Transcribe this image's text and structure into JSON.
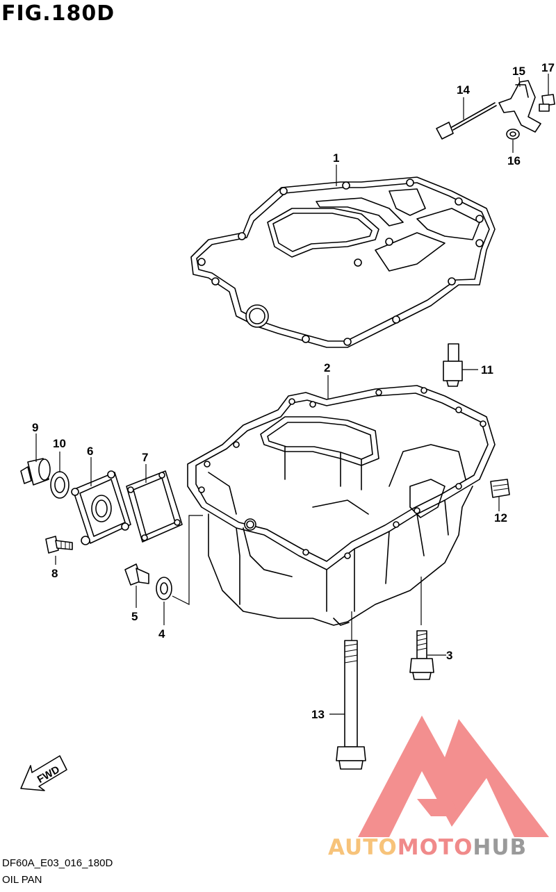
{
  "figure": {
    "title": "FIG.180D",
    "code": "DF60A_E03_016_180D",
    "name": "OIL PAN"
  },
  "callouts": [
    "1",
    "2",
    "3",
    "4",
    "5",
    "6",
    "7",
    "8",
    "9",
    "10",
    "11",
    "12",
    "13",
    "14",
    "15",
    "16",
    "17"
  ],
  "direction_label": "FWD",
  "watermark": {
    "text_a": "AUTO",
    "text_b": "MOTO",
    "text_c": "HUB",
    "color_a": "#f7c37a",
    "color_b": "#f08a8a",
    "color_c": "#9a9a9a",
    "logo_color": "#f06a6a"
  }
}
